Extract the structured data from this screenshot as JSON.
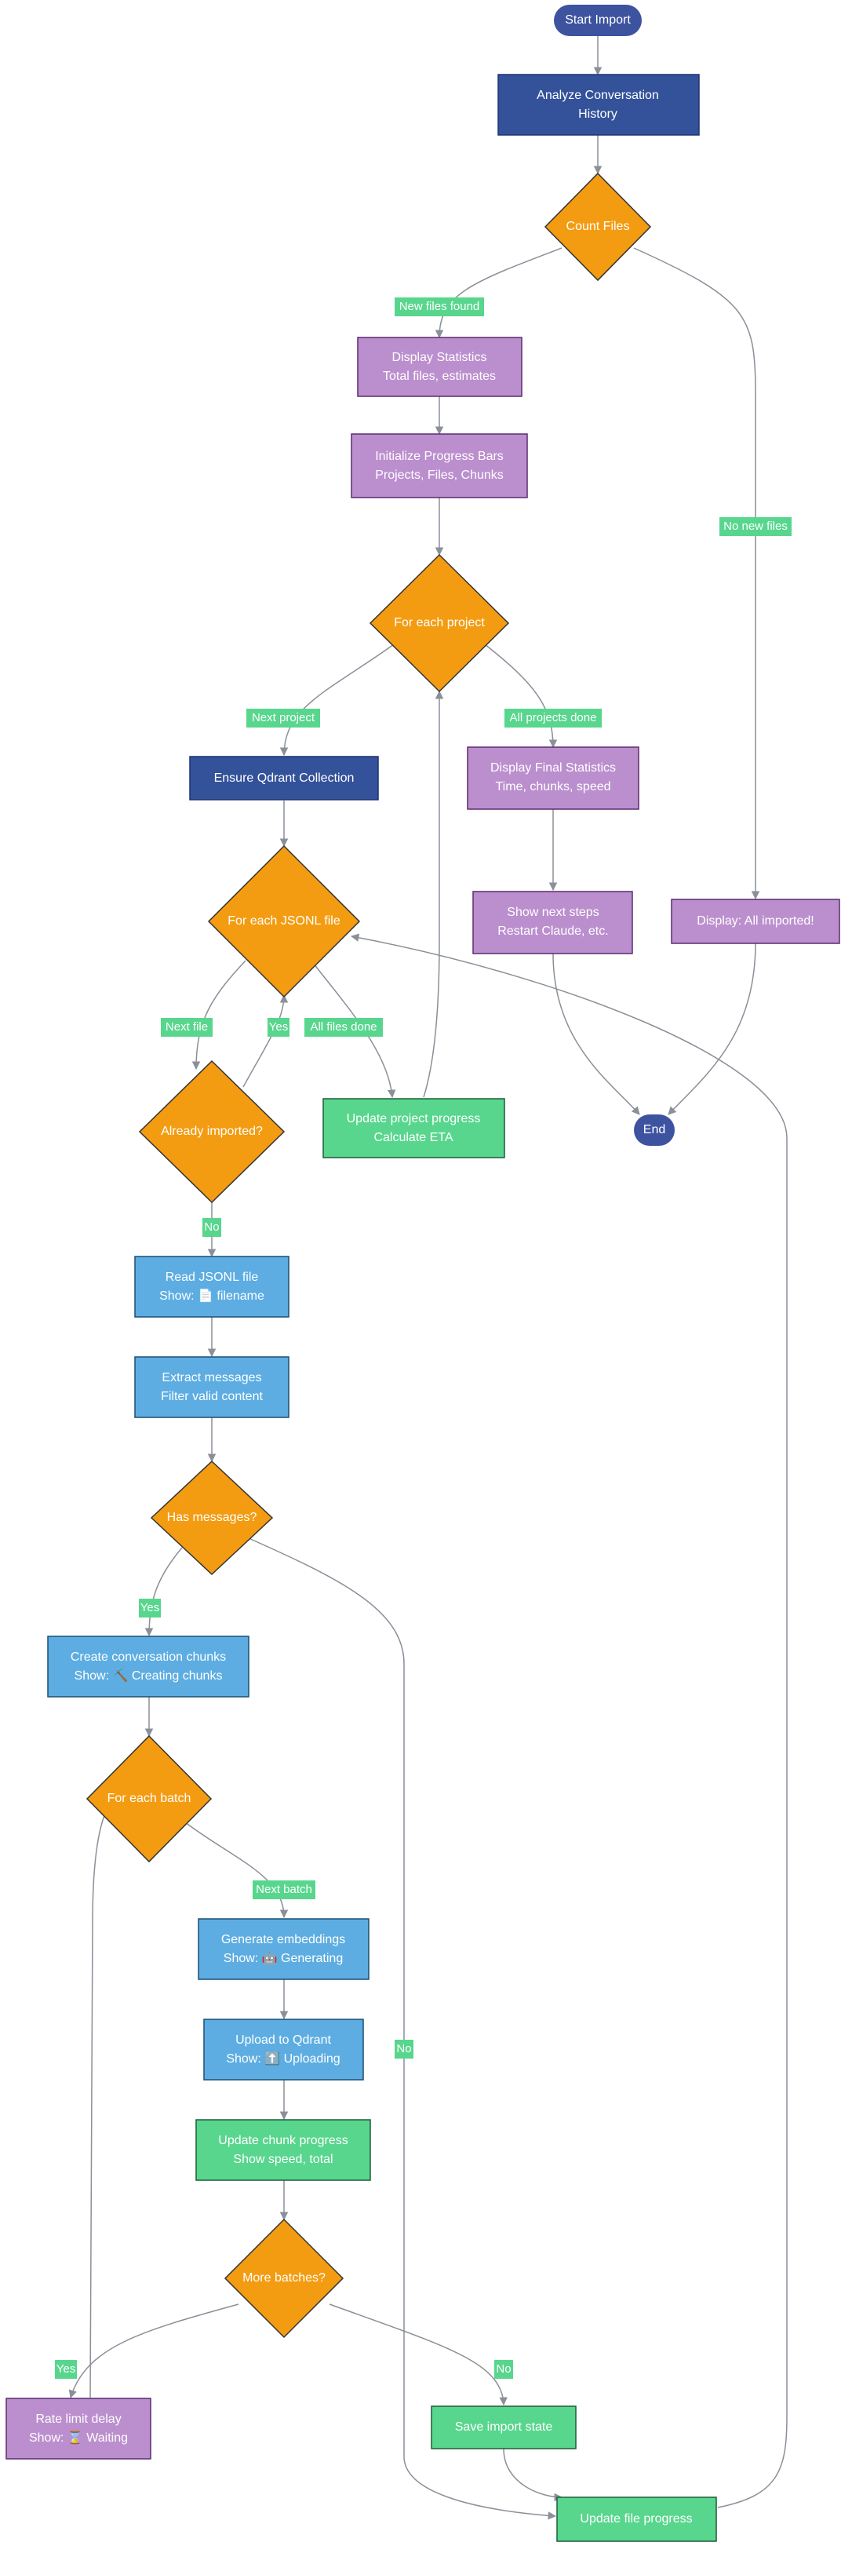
{
  "colors": {
    "terminal": "#3d53a0",
    "process_dark": "#34529a",
    "decision": "#f39c12",
    "display": "#bb8fce",
    "action_blue": "#5dade2",
    "action_green": "#58d68d",
    "edge": "#8a8f98",
    "label_bg": "#58d68d"
  },
  "icons": {
    "file": "file-icon",
    "pick": "pick-icon",
    "robot": "robot-icon",
    "upload": "upload-icon",
    "hourglass": "hourglass-icon"
  },
  "nodes": {
    "start": {
      "text": "Start Import"
    },
    "analyze": {
      "line1": "Analyze Conversation",
      "line2": "History"
    },
    "count_files": {
      "text": "Count Files"
    },
    "display_statistics": {
      "line1": "Display Statistics",
      "line2": "Total files, estimates"
    },
    "init_progress": {
      "line1": "Initialize Progress Bars",
      "line2": "Projects, Files, Chunks"
    },
    "for_each_project": {
      "text": "For each project"
    },
    "ensure_collection": {
      "text": "Ensure Qdrant Collection"
    },
    "display_final": {
      "line1": "Display Final Statistics",
      "line2": "Time, chunks, speed"
    },
    "show_next_steps": {
      "line1": "Show next steps",
      "line2": "Restart Claude, etc."
    },
    "display_all_imported": {
      "text": "Display: All imported!"
    },
    "for_each_jsonl": {
      "text": "For each JSONL file"
    },
    "update_project_progress": {
      "line1": "Update project progress",
      "line2": "Calculate ETA"
    },
    "end": {
      "text": "End"
    },
    "already_imported": {
      "text": "Already imported?"
    },
    "read_jsonl": {
      "line1": "Read JSONL file",
      "line2": "Show: 📄 filename"
    },
    "extract_messages": {
      "line1": "Extract messages",
      "line2": "Filter valid content"
    },
    "has_messages": {
      "text": "Has messages?"
    },
    "create_chunks": {
      "line1": "Create conversation chunks",
      "line2": "Show: ⛏️ Creating chunks"
    },
    "for_each_batch": {
      "text": "For each batch"
    },
    "generate_embeddings": {
      "line1": "Generate embeddings",
      "line2": "Show: 🤖 Generating"
    },
    "upload_qdrant": {
      "line1": "Upload to Qdrant",
      "line2": "Show: ⬆️ Uploading"
    },
    "update_chunk_progress": {
      "line1": "Update chunk progress",
      "line2": "Show speed, total"
    },
    "more_batches": {
      "text": "More batches?"
    },
    "rate_limit": {
      "line1": "Rate limit delay",
      "line2": "Show: ⌛ Waiting"
    },
    "save_state": {
      "text": "Save import state"
    },
    "update_file_progress": {
      "text": "Update file progress"
    }
  },
  "edge_labels": {
    "new_files_found": "New files found",
    "no_new_files": "No new files",
    "next_project": "Next project",
    "all_projects_done": "All projects done",
    "next_file": "Next file",
    "yes_imported": "Yes",
    "all_files_done": "All files done",
    "no_imported": "No",
    "yes_messages": "Yes",
    "next_batch": "Next batch",
    "no_messages": "No",
    "yes_more": "Yes",
    "no_more": "No"
  }
}
